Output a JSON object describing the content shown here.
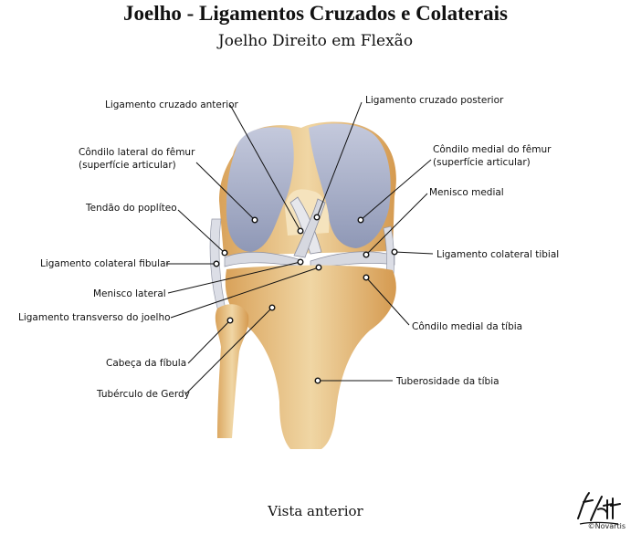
{
  "header": {
    "title": "Joelho - Ligamentos Cruzados e Colaterais",
    "subtitle": "Joelho Direito em Flexão"
  },
  "labels": {
    "lca": "Ligamento cruzado anterior",
    "lcp": "Ligamento cruzado posterior",
    "condilo_lateral_1": "Côndilo lateral do fêmur",
    "condilo_lateral_2": "(superfície articular)",
    "condilo_medial_1": "Côndilo medial do fêmur",
    "condilo_medial_2": "(superfície articular)",
    "tendao_popliteo": "Tendão do poplíteo",
    "menisco_medial": "Menisco medial",
    "colateral_fibular": "Ligamento colateral fibular",
    "colateral_tibial": "Ligamento colateral tibial",
    "menisco_lateral": "Menisco lateral",
    "transverso": "Ligamento transverso do joelho",
    "condilo_medial_tibia": "Côndilo medial da tíbia",
    "cabeca_fibula": "Cabeça da fíbula",
    "tuberosidade": "Tuberosidade da tíbia",
    "gerdy": "Tubérculo de Gerdy"
  },
  "footer": {
    "caption": "Vista anterior",
    "signature_mark": "F. Netter",
    "publisher": "©Novartis"
  },
  "colors": {
    "bone": "#e8c384",
    "bone_shadow": "#c98e45",
    "cartilage": "#a9b1cc",
    "ligament": "#d9dbe3"
  }
}
